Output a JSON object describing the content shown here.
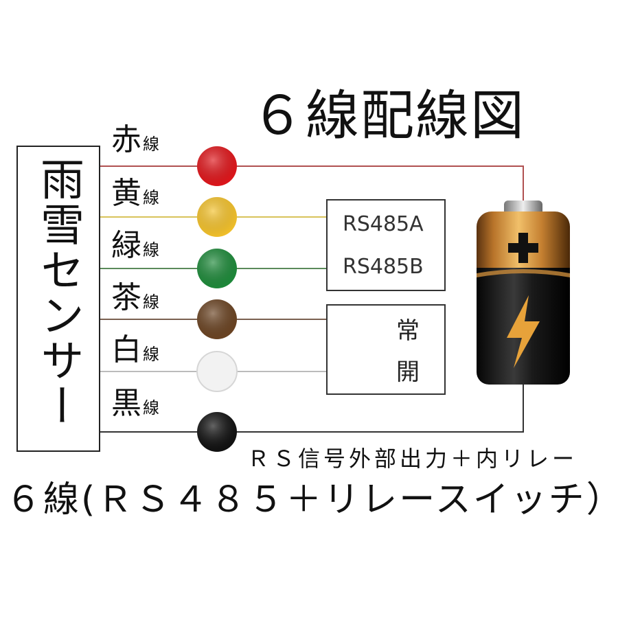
{
  "title": "６線配線図",
  "sensor": {
    "label": "雨雪センサー"
  },
  "wires": [
    {
      "name": "赤",
      "suffix": "線",
      "color": "#e0161b"
    },
    {
      "name": "黄",
      "suffix": "線",
      "color": "#f4c22b"
    },
    {
      "name": "緑",
      "suffix": "線",
      "color": "#1e8a3a"
    },
    {
      "name": "茶",
      "suffix": "線",
      "color": "#6b4423"
    },
    {
      "name": "白",
      "suffix": "線",
      "color": "#f2f2f2"
    },
    {
      "name": "黒",
      "suffix": "線",
      "color": "#111111"
    }
  ],
  "rs485": {
    "a_label": "RS485A",
    "b_label": "RS485B"
  },
  "relay": {
    "label_top": "常",
    "label_bottom": "開"
  },
  "battery": {
    "icon": "battery-icon",
    "plus_icon": "plus-icon",
    "bolt_icon": "lightning-bolt-icon"
  },
  "captions": {
    "line1": "ＲＳ信号外部出力＋内リレー",
    "line2": "６線(ＲＳ４８５＋リレースイッチ）"
  }
}
